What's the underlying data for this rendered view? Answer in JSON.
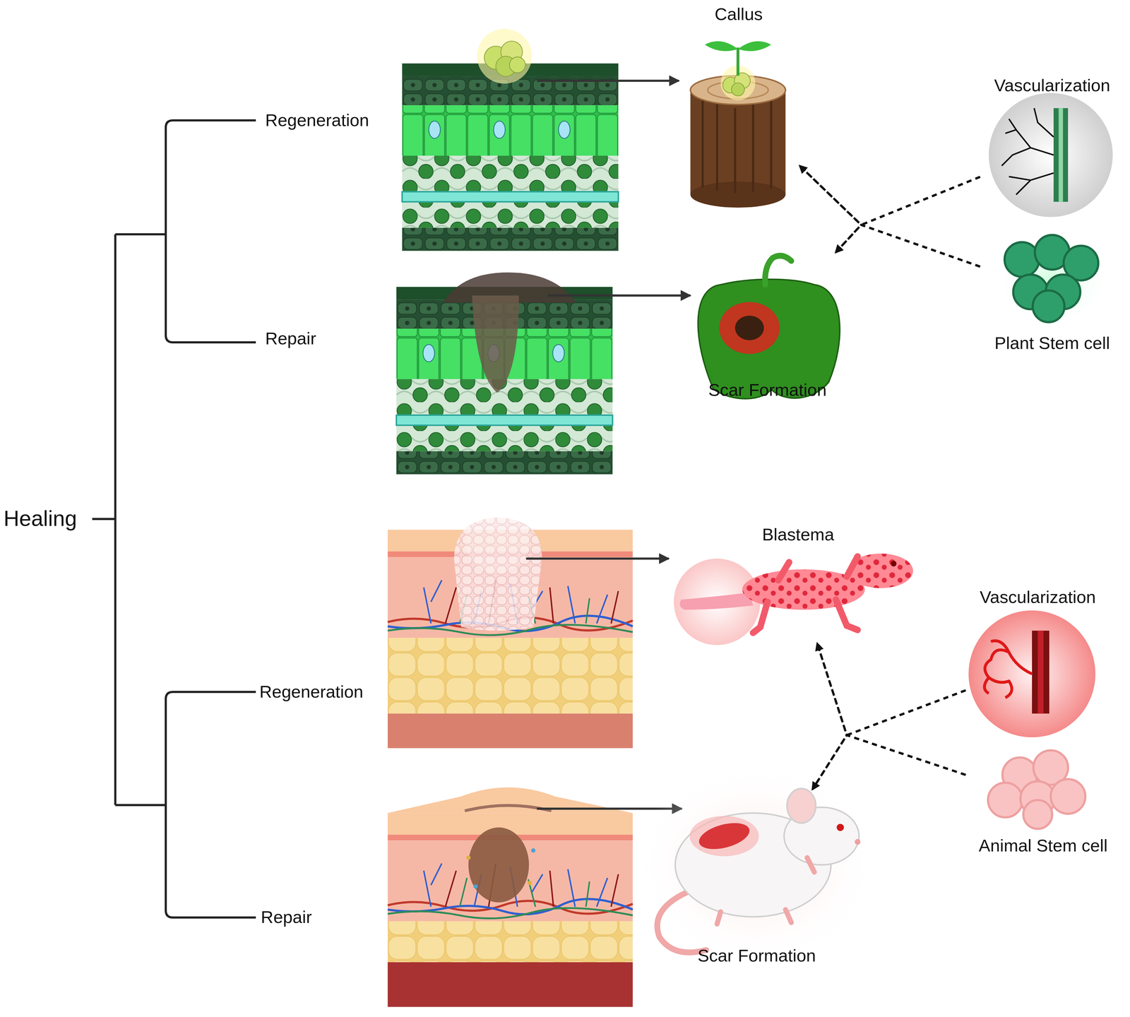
{
  "diagram": {
    "nodes": [
      {
        "text": [
          "Callus"
        ]
      },
      {
        "text": [
          "Vascularization"
        ]
      },
      {
        "text": [
          "Scar Formation"
        ]
      },
      {
        "text": [
          "Plant Stem cell"
        ]
      },
      {
        "text": [
          "Blastema"
        ]
      },
      {
        "text": [
          "Vascularization"
        ]
      },
      {
        "text": [
          "Animal Stem cell"
        ]
      },
      {
        "text": [
          "Scar Formation"
        ]
      }
    ],
    "edges": [
      {
        "from": 1,
        "to": 0,
        "arrow": "to"
      },
      {
        "from": 3,
        "to": 0,
        "arrow": "to"
      },
      {
        "from": 1,
        "to": 2,
        "arrow": "to"
      },
      {
        "from": 3,
        "to": 2,
        "arrow": "to"
      },
      {
        "from": 5,
        "to": 4,
        "arrow": "to"
      },
      {
        "from": 6,
        "to": 4,
        "arrow": "to"
      },
      {
        "from": 5,
        "to": 7,
        "arrow": "to"
      },
      {
        "from": 6,
        "to": 7,
        "arrow": "to"
      }
    ],
    "labels": [
      "Healing",
      "Regeneration",
      "Repair",
      "Regeneration",
      "Repair"
    ]
  }
}
